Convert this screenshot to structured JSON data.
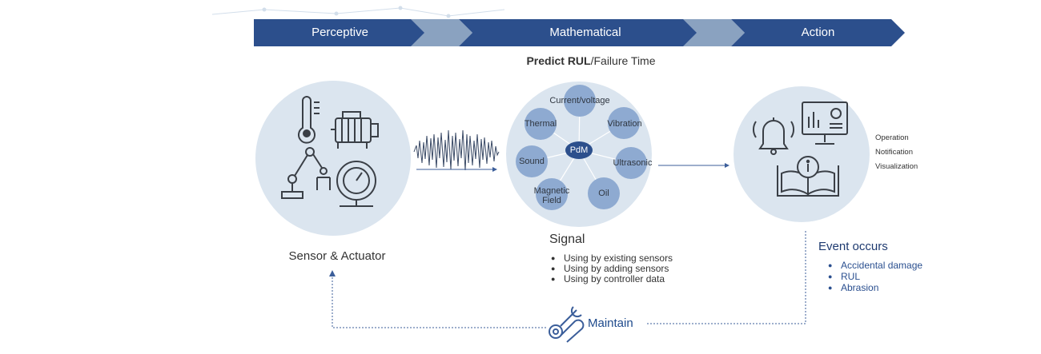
{
  "stages": [
    "Perceptive",
    "Mathematical",
    "Action"
  ],
  "predict": {
    "bold": "Predict RUL",
    "rest": "/Failure Time"
  },
  "hub": "PdM",
  "signals": [
    {
      "name": "current-voltage",
      "label": "Current/voltage"
    },
    {
      "name": "vibration",
      "label": "Vibration"
    },
    {
      "name": "ultrasonic",
      "label": "Ultrasonic"
    },
    {
      "name": "oil",
      "label": "Oil"
    },
    {
      "name": "magnetic-field",
      "label": "Magnetic Field"
    },
    {
      "name": "sound",
      "label": "Sound"
    },
    {
      "name": "thermal",
      "label": "Thermal"
    }
  ],
  "action_labels": [
    "Operation",
    "Notification",
    "Visualization"
  ],
  "sensor_title": "Sensor & Actuator",
  "signal_section": {
    "title": "Signal",
    "items": [
      "Using by existing sensors",
      "Using by adding sensors",
      "Using by controller data"
    ]
  },
  "event": {
    "title": "Event occurs",
    "items": [
      "Accidental damage",
      "RUL",
      "Abrasion"
    ]
  },
  "maintain": "Maintain",
  "colors": {
    "banner": "#2c4f8c",
    "banner_light": "#8aa2c0",
    "circle_bg": "#dbe5ef",
    "bubble": "#8eaad1",
    "hub": "#2c4f8c",
    "icon": "#3a3f46",
    "arrow": "#3b5e9a"
  }
}
